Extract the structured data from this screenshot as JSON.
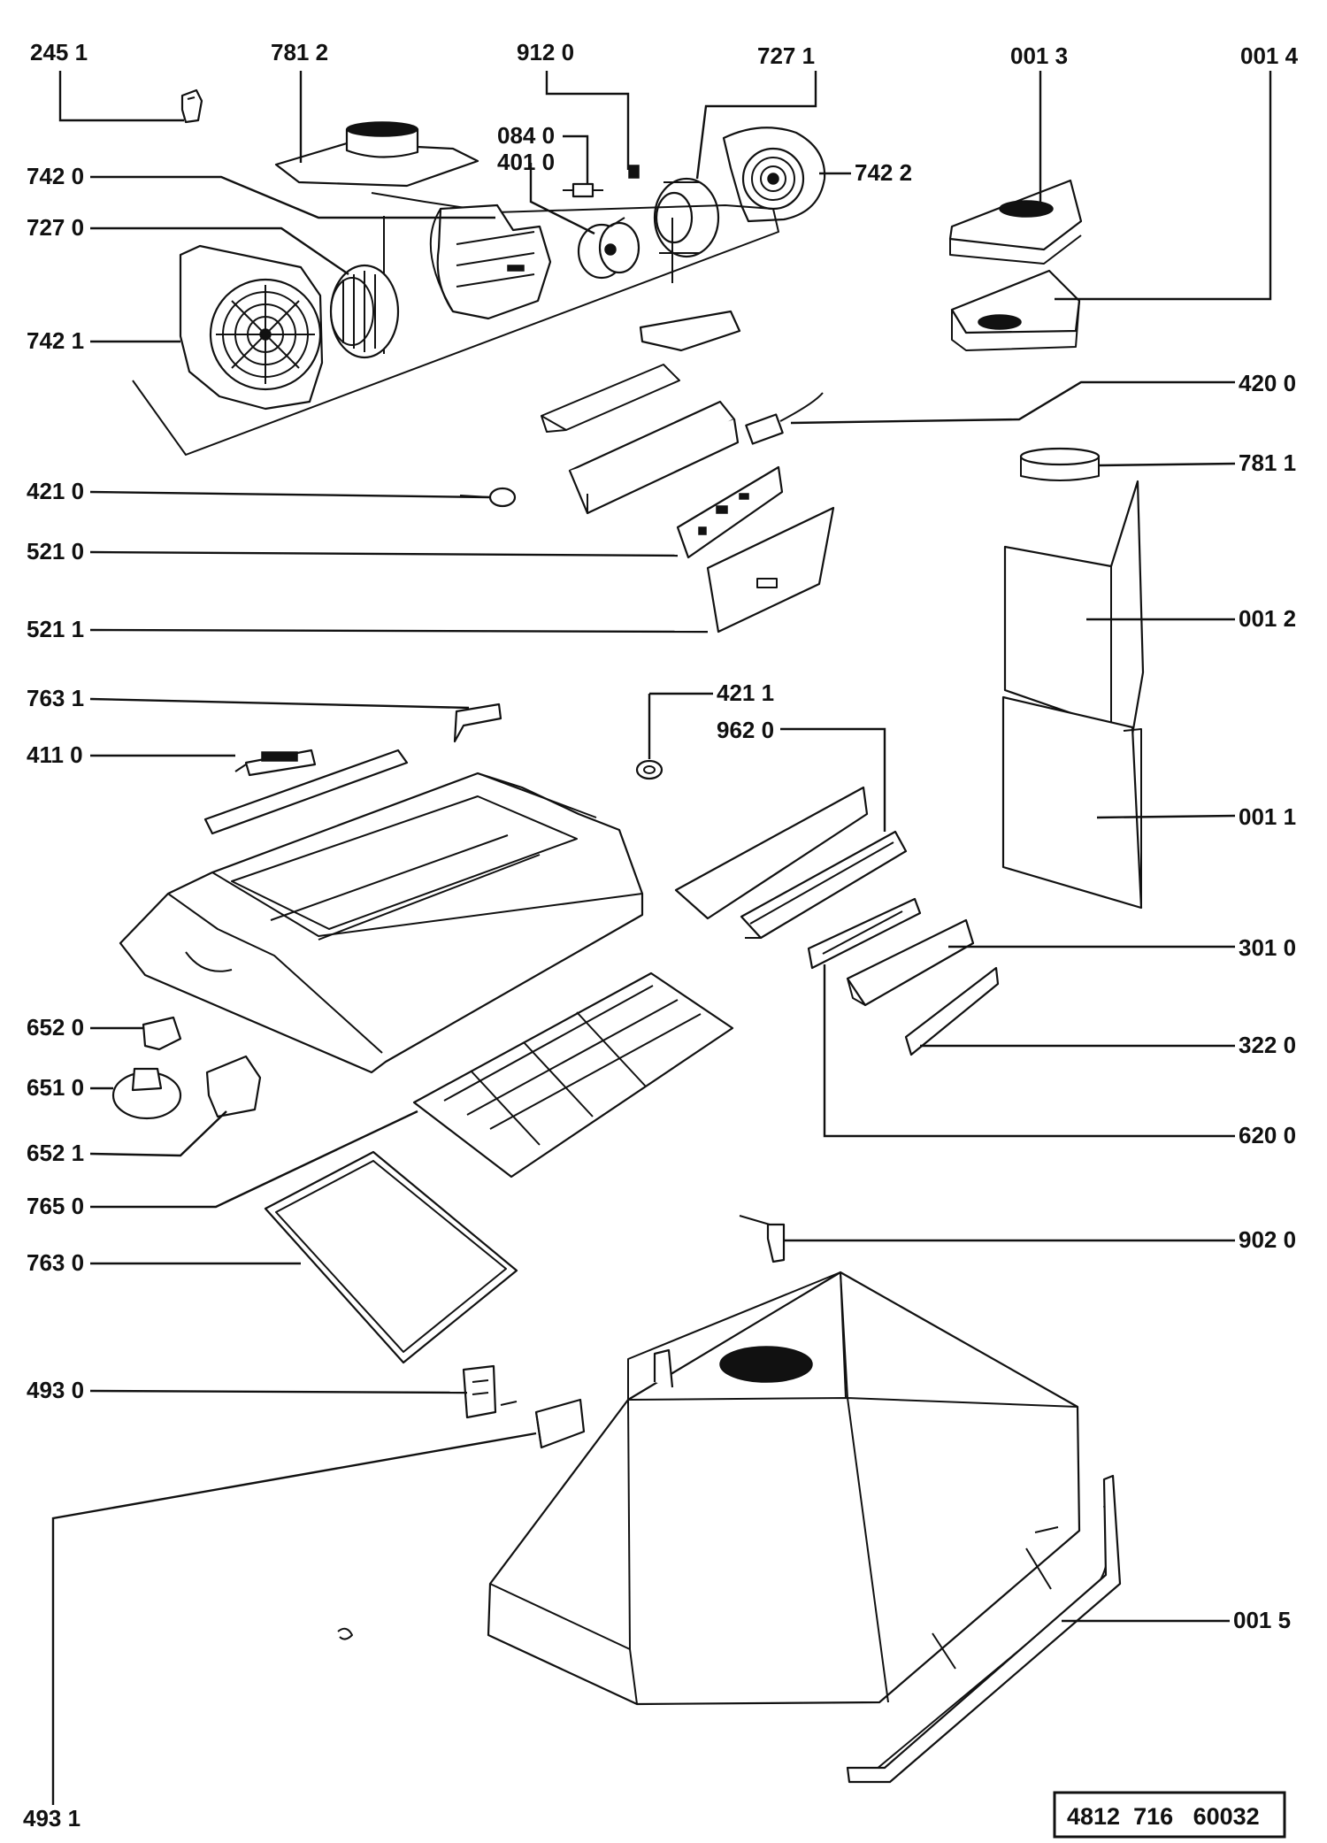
{
  "labels": {
    "p245_1": "245 1",
    "p781_2": "781  2",
    "p912_0": "912  0",
    "p727_1": "727  1",
    "p001_3": "001  3",
    "p001_4": "001 4",
    "p742_0": "742 0",
    "p084_0": "084 0",
    "p401_0": "401  0",
    "p742_2": "742 2",
    "p727_0": "727 0",
    "p742_1": "742 1",
    "p420_0": "420 0",
    "p781_1": "781 1",
    "p421_0": "421 0",
    "p521_0": "521 0",
    "p521_1": "521 1",
    "p001_2": "001 2",
    "p763_1": "763 1",
    "p421_1": "421 1",
    "p411_0": "411 0",
    "p962_0": "962 0",
    "p001_1": "001 1",
    "p301_0": "301 0",
    "p652_0": "652 0",
    "p651_0": "651 0",
    "p322_0": "322 0",
    "p652_1": "652 1",
    "p620_0": "620 0",
    "p765_0": "765 0",
    "p763_0": "763 0",
    "p902_0": "902 0",
    "p493_0": "493 0",
    "p001_5": "001 5",
    "p493_1": "493 1"
  },
  "doc_number": "4812  716   60032"
}
